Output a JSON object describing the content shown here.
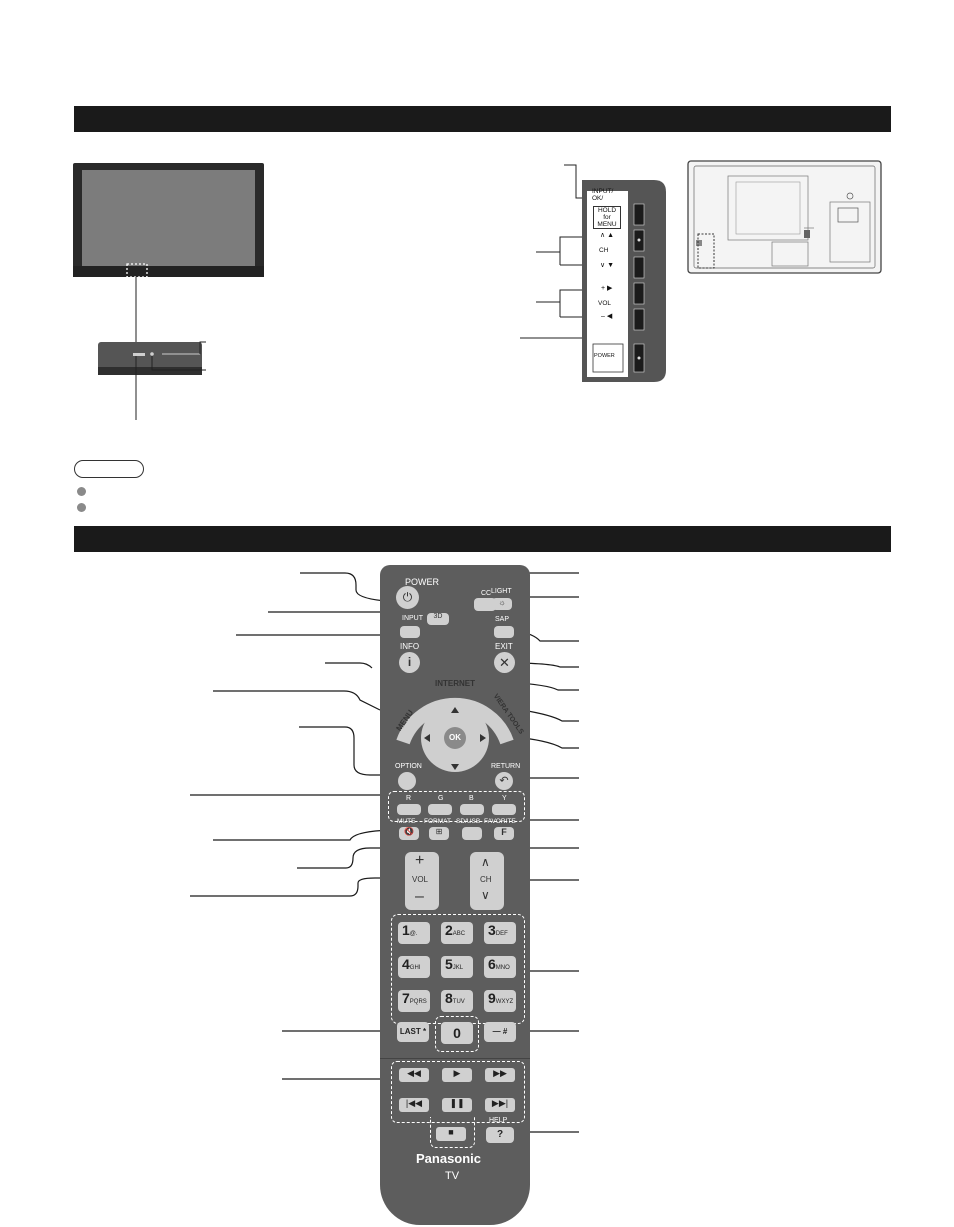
{
  "tv_side_panel": {
    "input_label": "INPUT/ OK/",
    "hold_label": "HOLD for MENU",
    "ch_label": "CH",
    "vol_label": "VOL",
    "power_label": "POWER"
  },
  "remote": {
    "power": "POWER",
    "cc": "CC",
    "light": "LIGHT",
    "input": "INPUT",
    "sap": "SAP",
    "info": "INFO",
    "exit": "EXIT",
    "internet": "INTERNET",
    "menu": "MENU",
    "viera_tools": "VIERA TOOLS",
    "ok": "OK",
    "option": "OPTION",
    "return": "RETURN",
    "color_r": "R",
    "color_g": "G",
    "color_b": "B",
    "color_y": "Y",
    "mute": "MUTE",
    "format": "FORMAT",
    "sdusb": "SD/USB",
    "favorite": "FAVORITE",
    "fav_key": "F",
    "vol": "VOL",
    "ch": "CH",
    "keys": [
      {
        "num": "1",
        "sub": "@."
      },
      {
        "num": "2",
        "sub": "ABC"
      },
      {
        "num": "3",
        "sub": "DEF"
      },
      {
        "num": "4",
        "sub": "GHI"
      },
      {
        "num": "5",
        "sub": "JKL"
      },
      {
        "num": "6",
        "sub": "MNO"
      },
      {
        "num": "7",
        "sub": "PQRS"
      },
      {
        "num": "8",
        "sub": "TUV"
      },
      {
        "num": "9",
        "sub": "WXYZ"
      }
    ],
    "last": "LAST *",
    "zero": "0",
    "dash": "— #",
    "help": "HELP",
    "help_key": "?",
    "brand": "Panasonic",
    "tv": "TV"
  },
  "colors": {
    "header_bar": "#1a1a1a",
    "remote_body": "#5d5d5d",
    "remote_key": "#d9d9d9",
    "color_r": "#e33b3b",
    "color_g": "#3aa13a",
    "color_b": "#3a6ad6",
    "color_y": "#e6c431"
  }
}
